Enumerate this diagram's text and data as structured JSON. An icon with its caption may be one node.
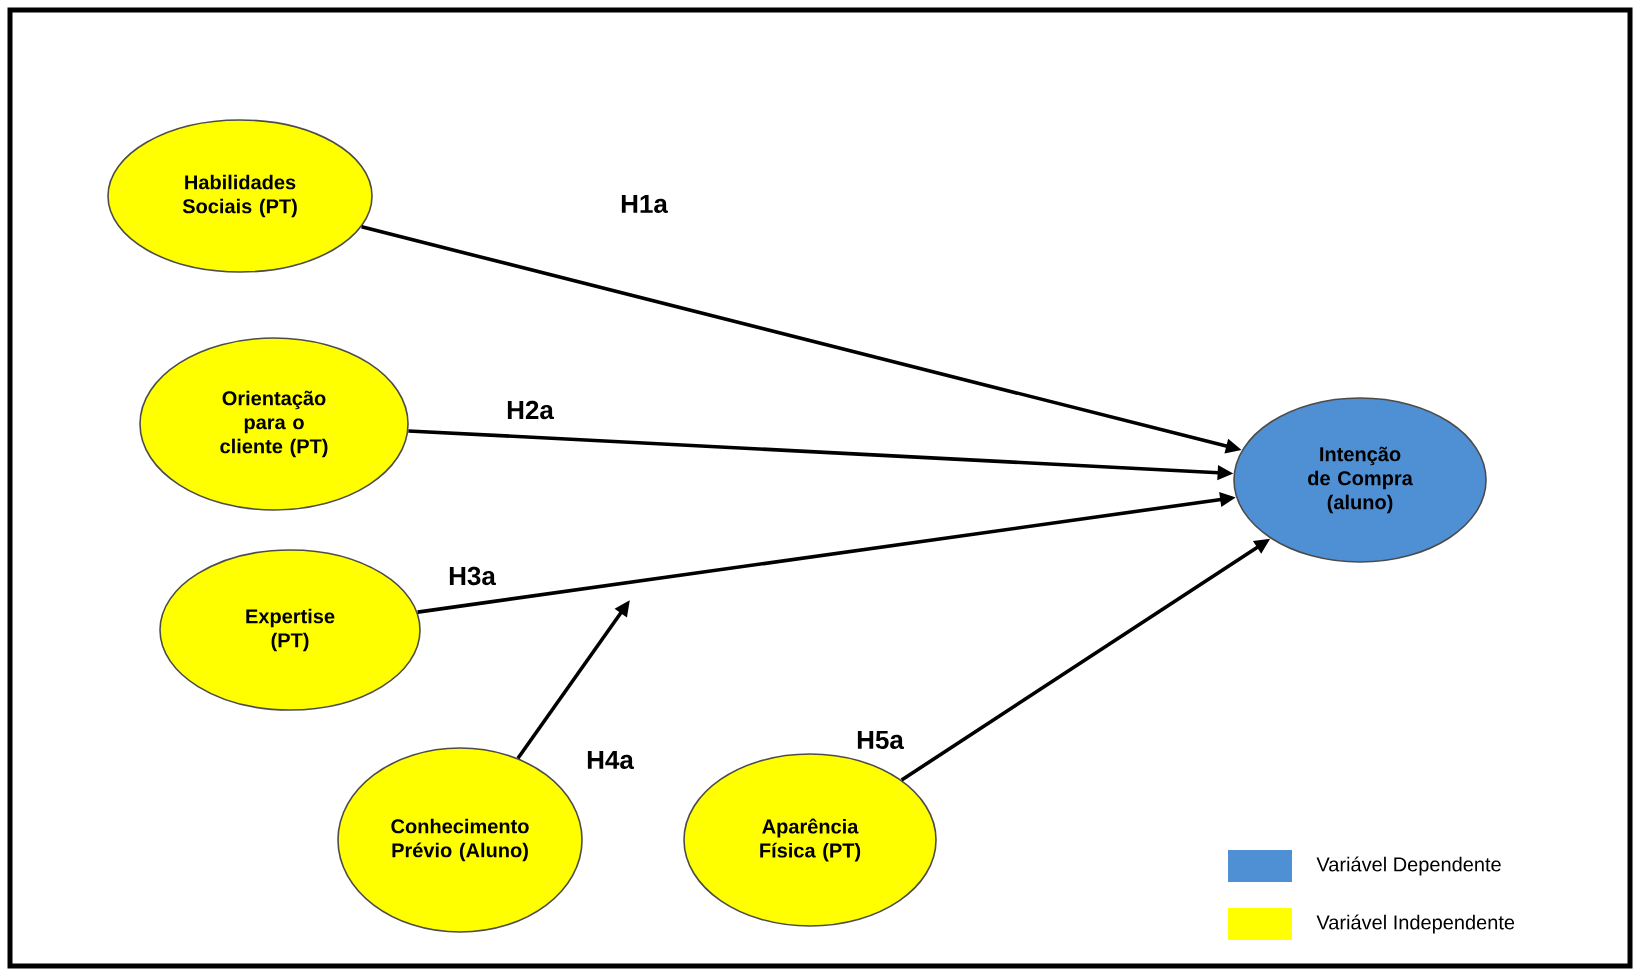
{
  "diagram": {
    "nodes": [
      {
        "text": [
          "Habilidades Sociais (PT)"
        ]
      },
      {
        "text": [
          "Orientação para o cliente (PT)"
        ]
      },
      {
        "text": [
          "Expertise (PT)"
        ]
      },
      {
        "text": [
          "Conhecimento Prévio (Aluno)"
        ]
      },
      {
        "text": [
          "Aparência Física (PT)"
        ]
      },
      {
        "text": [
          "Intenção de Compra (aluno)"
        ]
      }
    ],
    "edges": [
      {
        "from": 0,
        "to": 5,
        "arrow": "to",
        "label": "H1a"
      },
      {
        "from": 1,
        "to": 5,
        "arrow": "to",
        "label": "H2a"
      },
      {
        "from": 2,
        "to": 5,
        "arrow": "to",
        "label": "H3a"
      },
      {
        "from": 3,
        "to": null,
        "arrow": "to",
        "label": "H4a"
      },
      {
        "from": 4,
        "to": 5,
        "arrow": "to",
        "label": "H5a"
      }
    ],
    "legend": [
      {
        "text": "Variável Dependente",
        "color": "#4f8fd4"
      },
      {
        "text": "Variável Independente",
        "color": "#ffff00"
      }
    ]
  }
}
